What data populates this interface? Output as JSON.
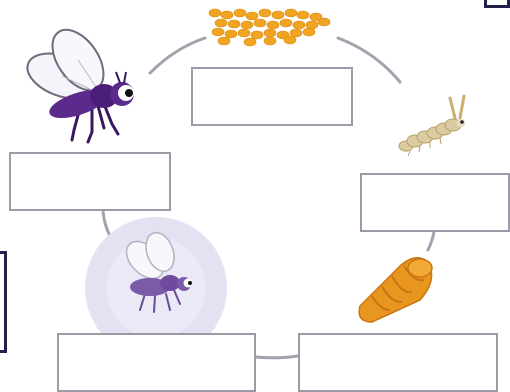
{
  "diagram": {
    "stages": [
      {
        "id": "eggs",
        "icon": "eggs-cluster-icon",
        "label": ""
      },
      {
        "id": "larva",
        "icon": "larva-icon",
        "label": ""
      },
      {
        "id": "pupa",
        "icon": "pupa-icon",
        "label": ""
      },
      {
        "id": "emerging-adult",
        "icon": "emerging-fly-icon",
        "label": ""
      },
      {
        "id": "adult",
        "icon": "adult-fly-icon",
        "label": ""
      }
    ],
    "colors": {
      "cycle_line": "#a3a2ae",
      "box_border": "#9b9aa6",
      "fly_body": "#5a2a8c",
      "egg": "#f0a422",
      "larva": "#dccba0",
      "pupa": "#e8961f",
      "bubble": "#e4e1f2",
      "frame": "#23224a"
    }
  }
}
